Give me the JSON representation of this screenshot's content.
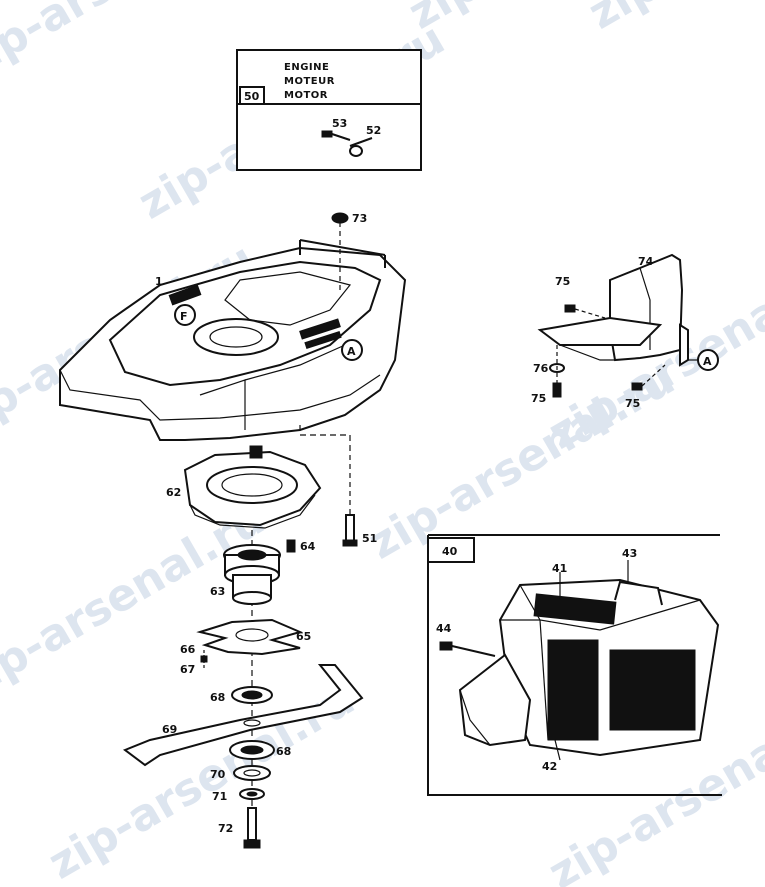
{
  "watermark": "zip-arsenal.ru",
  "engine_box": {
    "number": "50",
    "lines": [
      "ENGINE",
      "MOTEUR",
      "MOTOR"
    ],
    "parts": [
      "53",
      "52"
    ]
  },
  "detail_a": {
    "letter": "A"
  },
  "detail_box_40": {
    "number": "40"
  },
  "labels": {
    "p1": "1",
    "p73": "73",
    "p74": "74",
    "p75a": "75",
    "p76": "76",
    "p75b": "75",
    "p75c": "75",
    "p62": "62",
    "p51": "51",
    "p64": "64",
    "p63": "63",
    "p65": "65",
    "p66": "66",
    "p67": "67",
    "p68a": "68",
    "p69": "69",
    "p68b": "68",
    "p70": "70",
    "p71": "71",
    "p72": "72",
    "p41": "41",
    "p43": "43",
    "p44": "44",
    "p42": "42",
    "markF": "F",
    "markA1": "A",
    "markA2": "A"
  }
}
